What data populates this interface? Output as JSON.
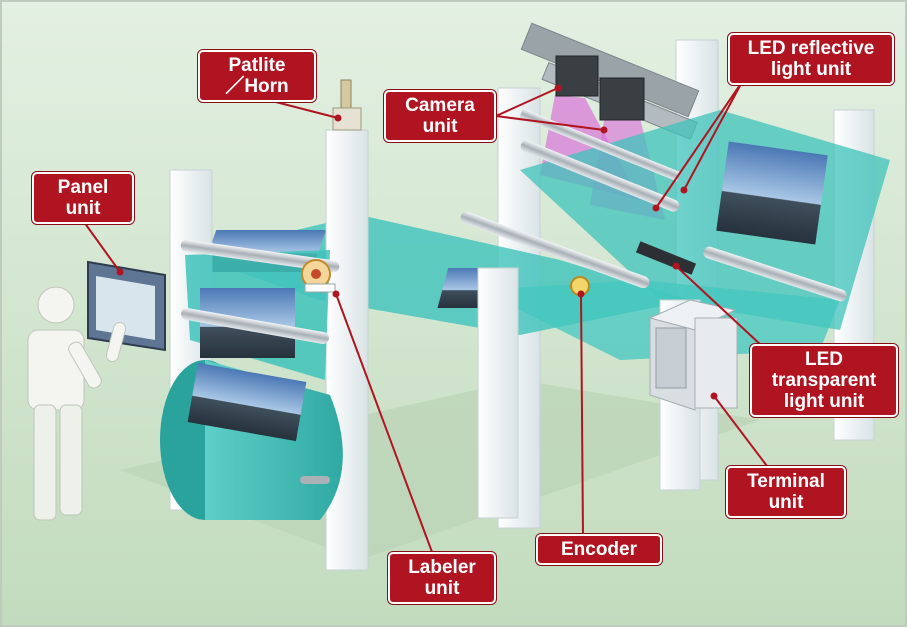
{
  "colors": {
    "label_bg": "#b01420",
    "label_text": "#ffffff",
    "leader_line": "#b01420",
    "film": "#3fc3bb",
    "background_top": "#dfeede",
    "background_bottom": "#c4dcbf",
    "camera_beam": "#d86bd8"
  },
  "labels": {
    "patlite": [
      "Patlite",
      "／Horn"
    ],
    "panel": [
      "Panel",
      "unit"
    ],
    "camera": [
      "Camera",
      "unit"
    ],
    "led_reflective": [
      "LED reflective",
      "light unit"
    ],
    "led_transparent": [
      "LED",
      "transparent",
      "light unit"
    ],
    "terminal": [
      "Terminal",
      "unit"
    ],
    "encoder": [
      "Encoder"
    ],
    "labeler": [
      "Labeler",
      "unit"
    ]
  }
}
